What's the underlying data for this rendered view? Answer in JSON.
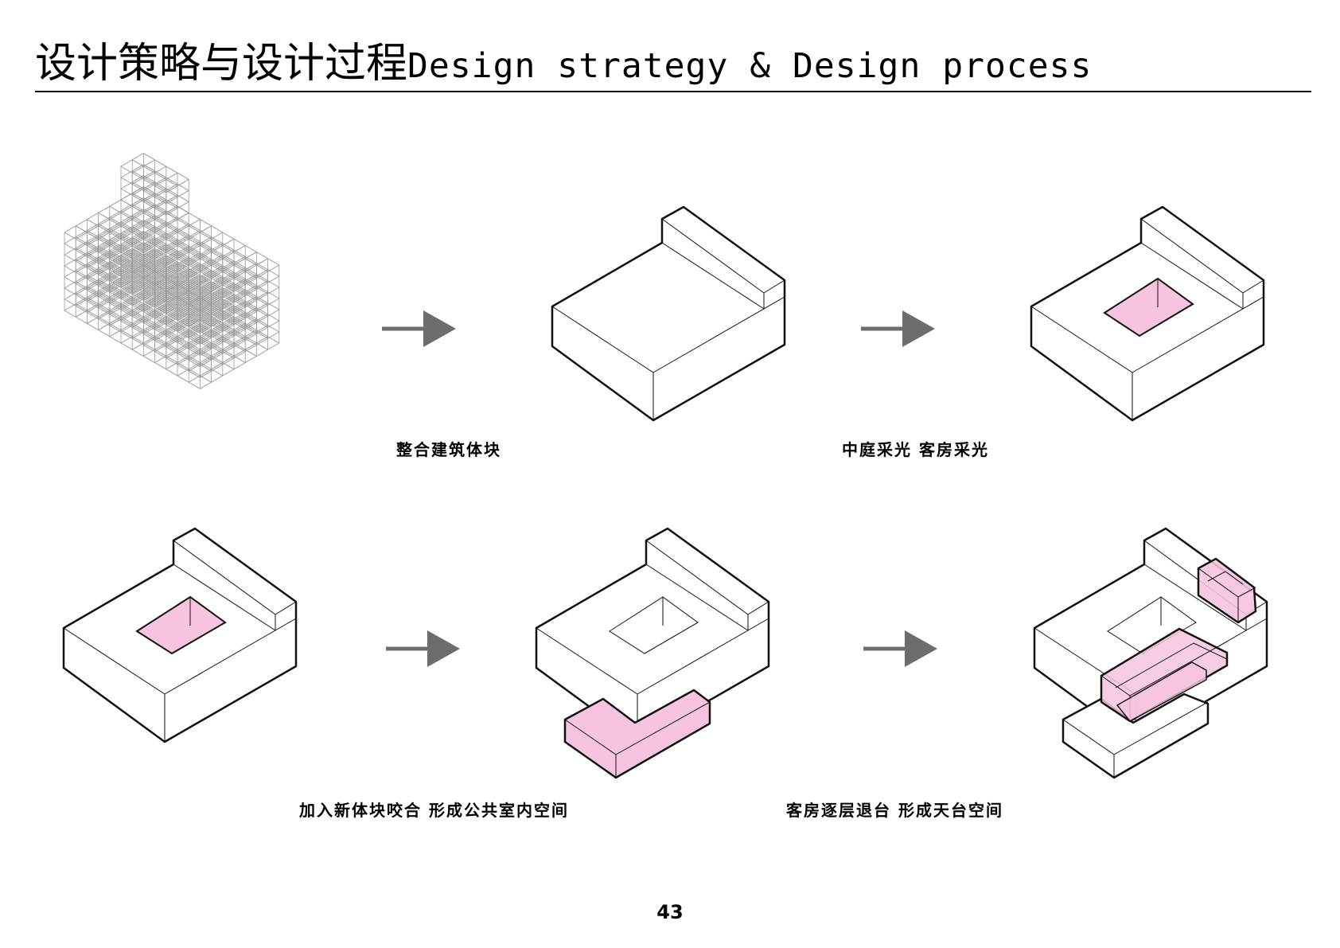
{
  "header": {
    "title_cn": "设计策略与设计过程",
    "title_en": "Design strategy & Design process"
  },
  "steps": [
    {
      "caption": "整合建筑体块"
    },
    {
      "caption": "中庭采光  客房采光"
    },
    {
      "caption": "加入新体块咬合  形成公共室内空间"
    },
    {
      "caption": "客房逐层退台  形成天台空间"
    }
  ],
  "colors": {
    "highlight": "#f6c4df",
    "arrow": "#6d6d6d",
    "outline": "#111111"
  },
  "footer": {
    "page_number": "43"
  }
}
